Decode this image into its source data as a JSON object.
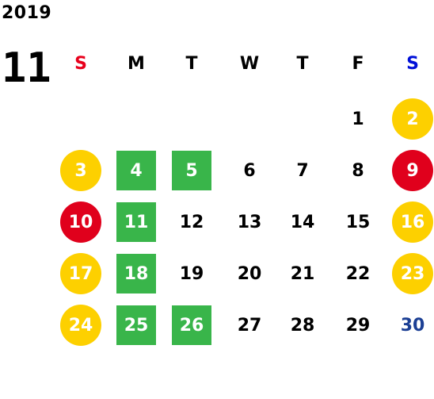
{
  "year": "2019",
  "month": "11",
  "colors": {
    "sunday_label": "#e8001c",
    "saturday_label": "#0010d8",
    "weekday_label": "#000000",
    "holiday_yellow": "#fdd000",
    "holiday_red": "#e0001c",
    "closed_green": "#39b54a",
    "plain_text": "#000000",
    "blue_text": "#1b3f94",
    "marked_text": "#ffffff"
  },
  "weekdays": [
    "S",
    "M",
    "T",
    "W",
    "T",
    "F",
    "S"
  ],
  "days": [
    {
      "day": "1",
      "mark": "none"
    },
    {
      "day": "2",
      "mark": "yellow"
    },
    {
      "day": "3",
      "mark": "yellow"
    },
    {
      "day": "4",
      "mark": "green"
    },
    {
      "day": "5",
      "mark": "green"
    },
    {
      "day": "6",
      "mark": "none"
    },
    {
      "day": "7",
      "mark": "none"
    },
    {
      "day": "8",
      "mark": "none"
    },
    {
      "day": "9",
      "mark": "red"
    },
    {
      "day": "10",
      "mark": "red"
    },
    {
      "day": "11",
      "mark": "green"
    },
    {
      "day": "12",
      "mark": "none"
    },
    {
      "day": "13",
      "mark": "none"
    },
    {
      "day": "14",
      "mark": "none"
    },
    {
      "day": "15",
      "mark": "none"
    },
    {
      "day": "16",
      "mark": "yellow"
    },
    {
      "day": "17",
      "mark": "yellow"
    },
    {
      "day": "18",
      "mark": "green"
    },
    {
      "day": "19",
      "mark": "none"
    },
    {
      "day": "20",
      "mark": "none"
    },
    {
      "day": "21",
      "mark": "none"
    },
    {
      "day": "22",
      "mark": "none"
    },
    {
      "day": "23",
      "mark": "yellow"
    },
    {
      "day": "24",
      "mark": "yellow"
    },
    {
      "day": "25",
      "mark": "green"
    },
    {
      "day": "26",
      "mark": "green"
    },
    {
      "day": "27",
      "mark": "none"
    },
    {
      "day": "28",
      "mark": "none"
    },
    {
      "day": "29",
      "mark": "none"
    },
    {
      "day": "30",
      "mark": "blue-text"
    }
  ]
}
